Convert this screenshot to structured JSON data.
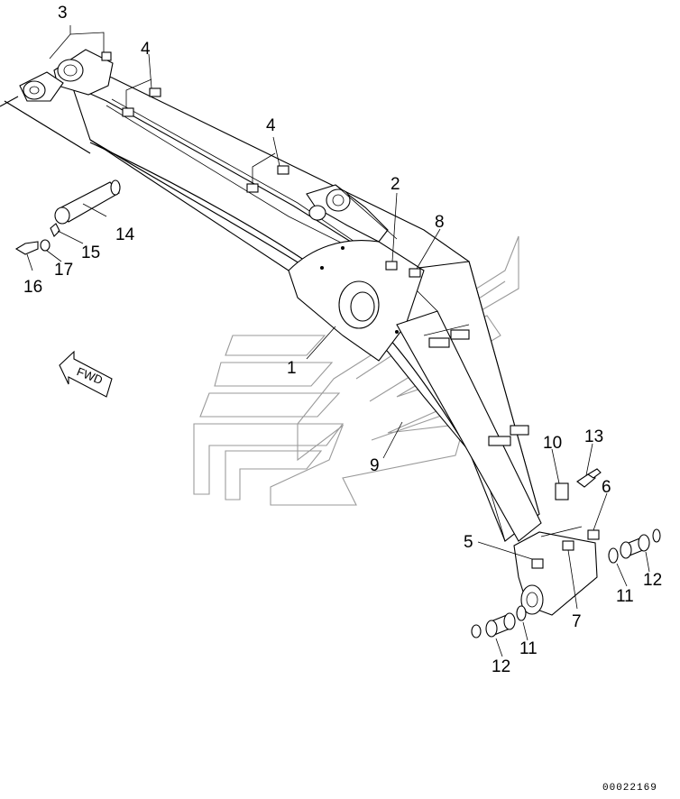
{
  "diagram": {
    "document_number": "00022169",
    "direction_label": "FWD",
    "callouts": [
      {
        "id": "c1",
        "label": "1"
      },
      {
        "id": "c2",
        "label": "2"
      },
      {
        "id": "c3",
        "label": "3"
      },
      {
        "id": "c4a",
        "label": "4"
      },
      {
        "id": "c4b",
        "label": "4"
      },
      {
        "id": "c5",
        "label": "5"
      },
      {
        "id": "c6",
        "label": "6"
      },
      {
        "id": "c7",
        "label": "7"
      },
      {
        "id": "c8",
        "label": "8"
      },
      {
        "id": "c9",
        "label": "9"
      },
      {
        "id": "c10",
        "label": "10"
      },
      {
        "id": "c11a",
        "label": "11"
      },
      {
        "id": "c11b",
        "label": "11"
      },
      {
        "id": "c12a",
        "label": "12"
      },
      {
        "id": "c12b",
        "label": "12"
      },
      {
        "id": "c13",
        "label": "13"
      },
      {
        "id": "c14",
        "label": "14"
      },
      {
        "id": "c15",
        "label": "15"
      },
      {
        "id": "c16",
        "label": "16"
      },
      {
        "id": "c17",
        "label": "17"
      }
    ]
  }
}
